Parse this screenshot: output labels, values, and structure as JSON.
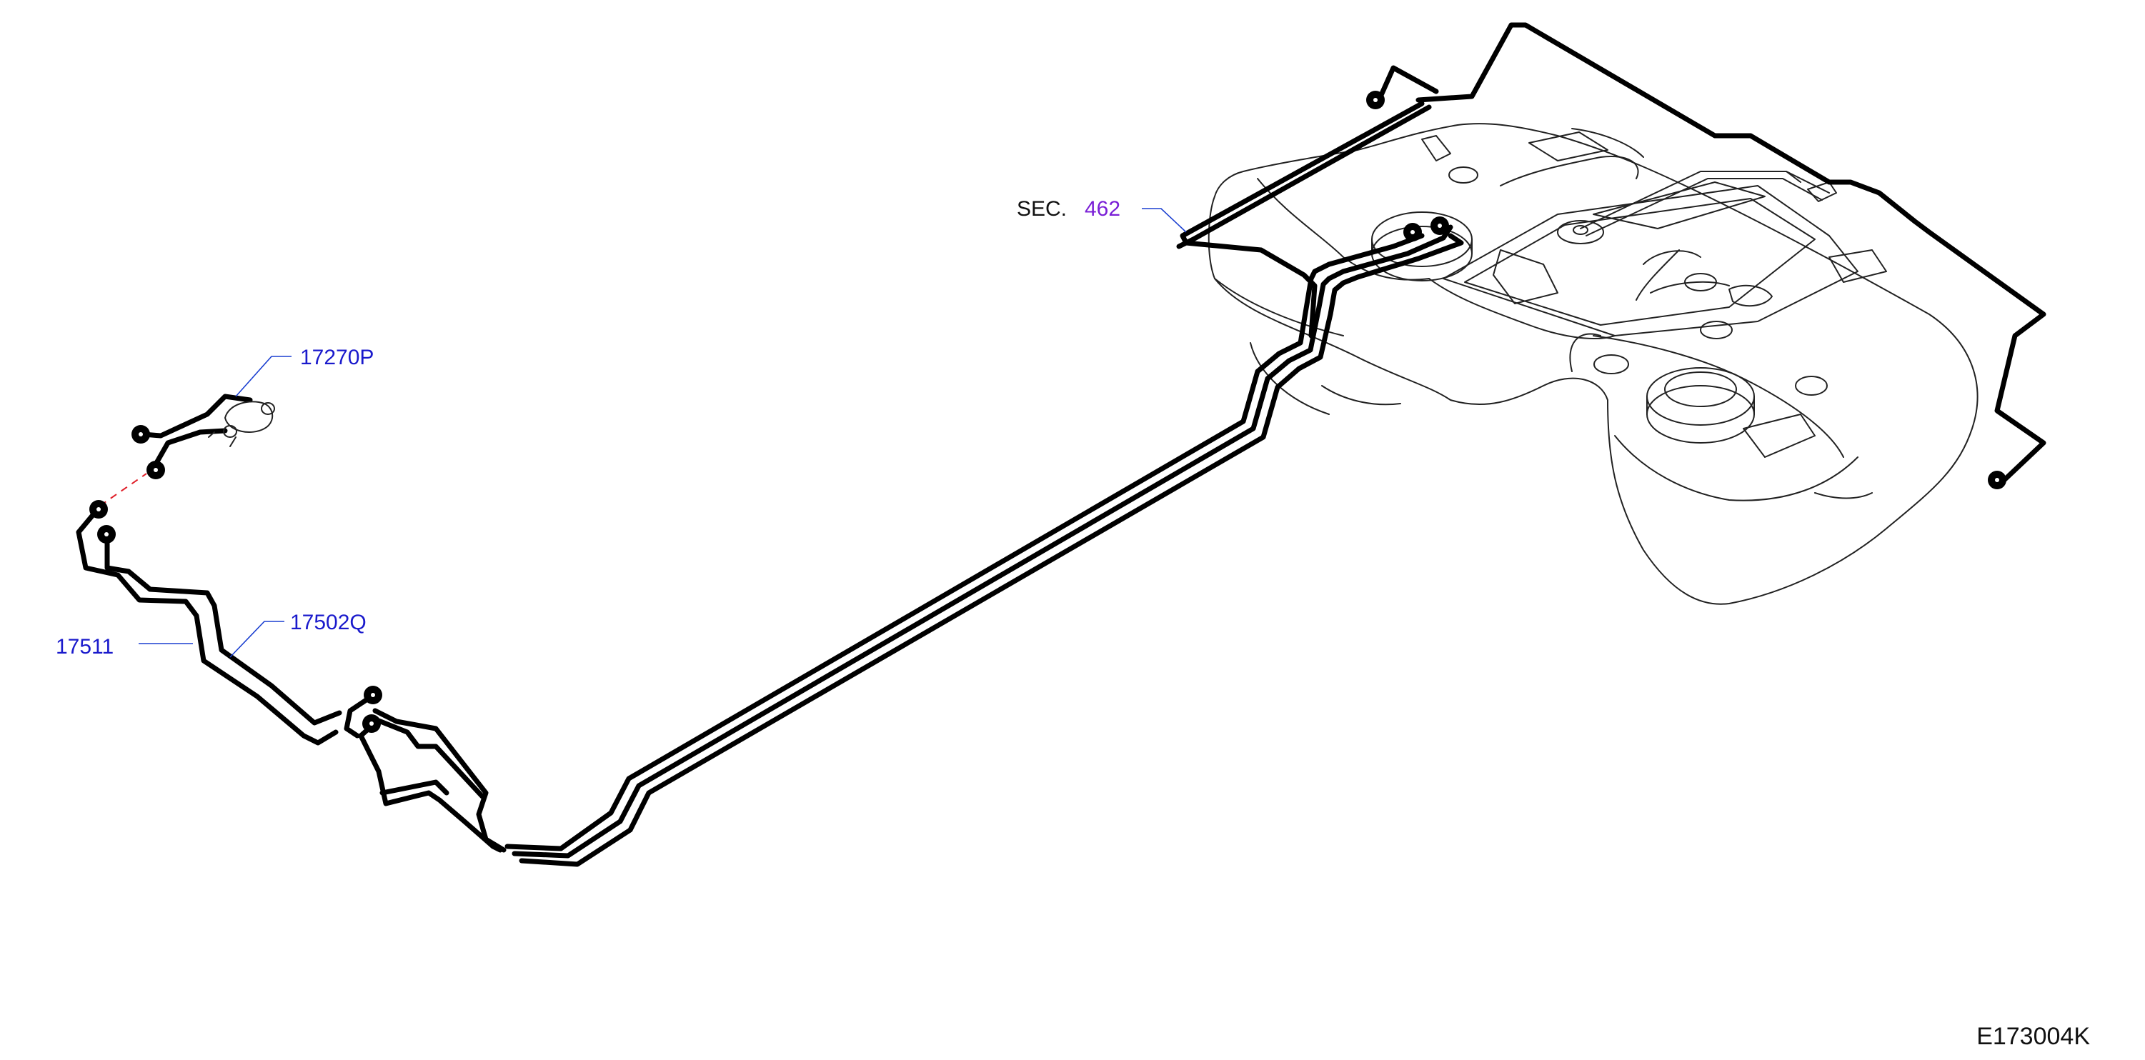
{
  "diagram": {
    "part_labels": [
      {
        "id": "17270P"
      },
      {
        "id": "17502Q"
      },
      {
        "id": "17511"
      }
    ],
    "section_ref": {
      "prefix": "SEC.",
      "number": "462"
    },
    "drawing_code": "E173004K",
    "colors": {
      "part_label": "#1a1acc",
      "section_number": "#7a1fd6",
      "leader_line": "#1a3fd0",
      "dashed_connector": "#e0202a",
      "line_art": "#000000"
    }
  }
}
